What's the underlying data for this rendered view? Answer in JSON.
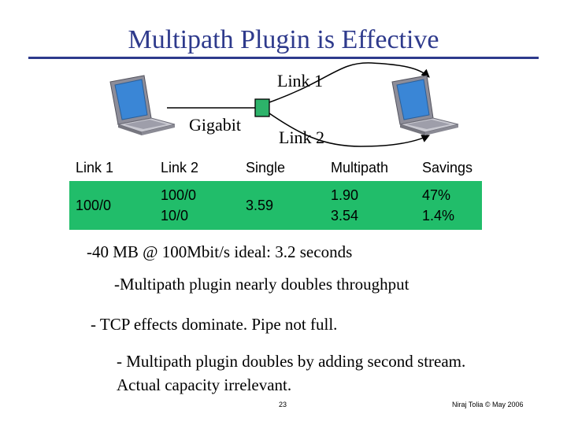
{
  "title": "Multipath Plugin is Effective",
  "diagram": {
    "link1_label": "Link 1",
    "gigabit_label": "Gigabit",
    "link2_label": "Link 2"
  },
  "table": {
    "headers": [
      "Link 1",
      "Link 2",
      "Single",
      "Multipath",
      "Savings"
    ],
    "row": {
      "link1": "100/0",
      "link2_lines": [
        "100/0",
        "10/0"
      ],
      "single": "3.59",
      "multipath_lines": [
        "1.90",
        "3.54"
      ],
      "savings_lines": [
        "47%",
        "1.4%"
      ]
    },
    "highlight_color": "#21bd6a"
  },
  "bullets": [
    "-40 MB @ 100Mbit/s ideal:  3.2 seconds",
    "-Multipath plugin nearly doubles throughput",
    "- TCP effects dominate.  Pipe not full.",
    "- Multipath plugin doubles by adding second stream.  Actual capacity irrelevant."
  ],
  "footer": {
    "page_number": "23",
    "credit": "Niraj Tolia © May 2006"
  },
  "colors": {
    "title": "#2e3a8c",
    "router": "#2db36a"
  },
  "icons": [
    "laptop-icon",
    "router-icon"
  ]
}
